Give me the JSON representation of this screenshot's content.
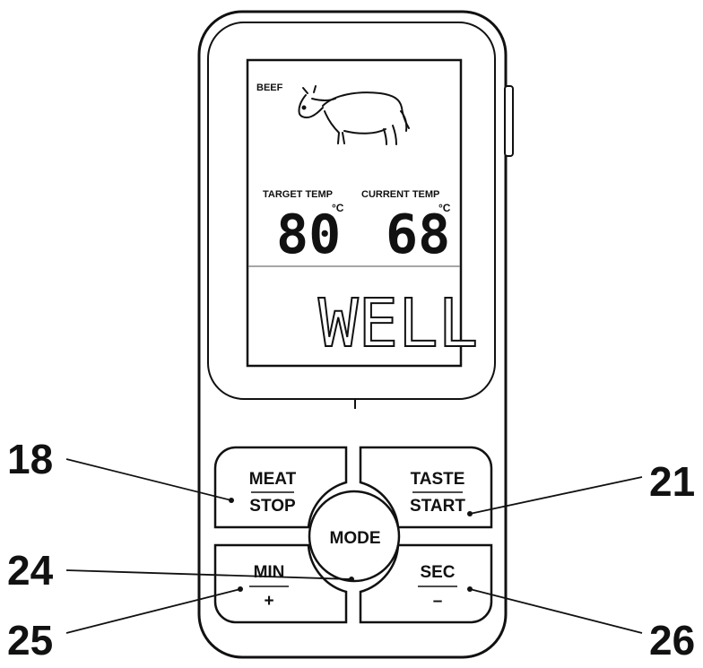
{
  "display": {
    "meat_label": "BEEF",
    "target_label": "TARGET TEMP",
    "current_label": "CURRENT TEMP",
    "target_value": "80",
    "current_value": "68",
    "unit": "°C",
    "doneness": "WELL"
  },
  "buttons": {
    "meat_stop": {
      "top": "MEAT",
      "bottom": "STOP"
    },
    "taste_start": {
      "top": "TASTE",
      "bottom": "START"
    },
    "mode": {
      "label": "MODE"
    },
    "min_plus": {
      "top": "MIN",
      "bottom": "+"
    },
    "sec_minus": {
      "top": "SEC",
      "bottom": "–"
    }
  },
  "callouts": {
    "meat_stop": "18",
    "taste_start": "21",
    "mode": "24",
    "min_plus": "25",
    "sec_minus": "26"
  },
  "icons": {
    "meat_icon": "cow-icon"
  }
}
